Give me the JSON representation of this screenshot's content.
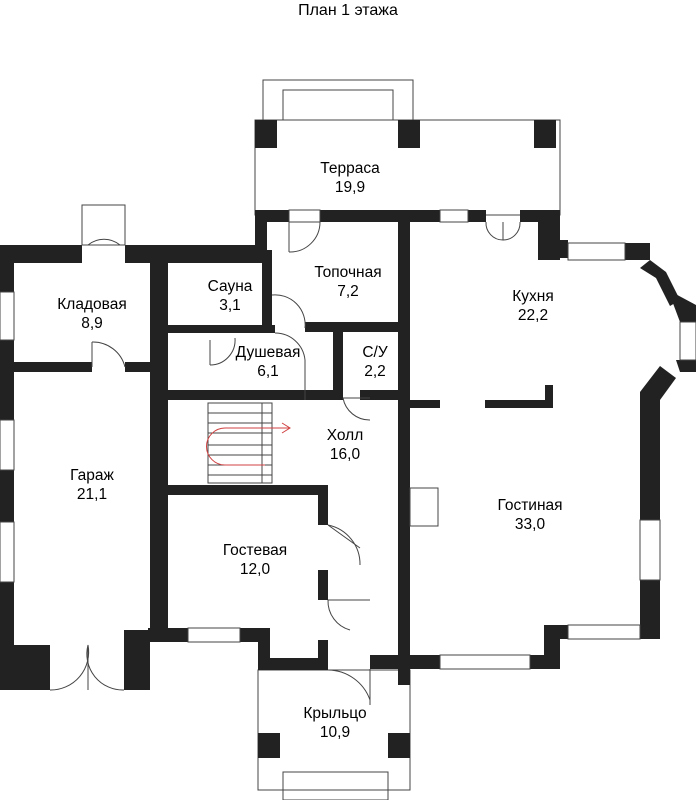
{
  "title": "План 1 этажа",
  "rooms": [
    {
      "id": "terrace",
      "name": "Терраса",
      "area": "19,9"
    },
    {
      "id": "sauna",
      "name": "Сауна",
      "area": "3,1"
    },
    {
      "id": "boiler",
      "name": "Топочная",
      "area": "7,2"
    },
    {
      "id": "kitchen",
      "name": "Кухня",
      "area": "22,2"
    },
    {
      "id": "storage",
      "name": "Кладовая",
      "area": "8,9"
    },
    {
      "id": "shower",
      "name": "Душевая",
      "area": "6,1"
    },
    {
      "id": "wc",
      "name": "С/У",
      "area": "2,2"
    },
    {
      "id": "hall",
      "name": "Холл",
      "area": "16,0"
    },
    {
      "id": "garage",
      "name": "Гараж",
      "area": "21,1"
    },
    {
      "id": "living",
      "name": "Гостиная",
      "area": "33,0"
    },
    {
      "id": "guest",
      "name": "Гостевая",
      "area": "12,0"
    },
    {
      "id": "porch",
      "name": "Крыльцо",
      "area": "10,9"
    }
  ],
  "colors": {
    "wall": "#222222",
    "line": "#444444",
    "stair_arrow": "#d04040"
  }
}
